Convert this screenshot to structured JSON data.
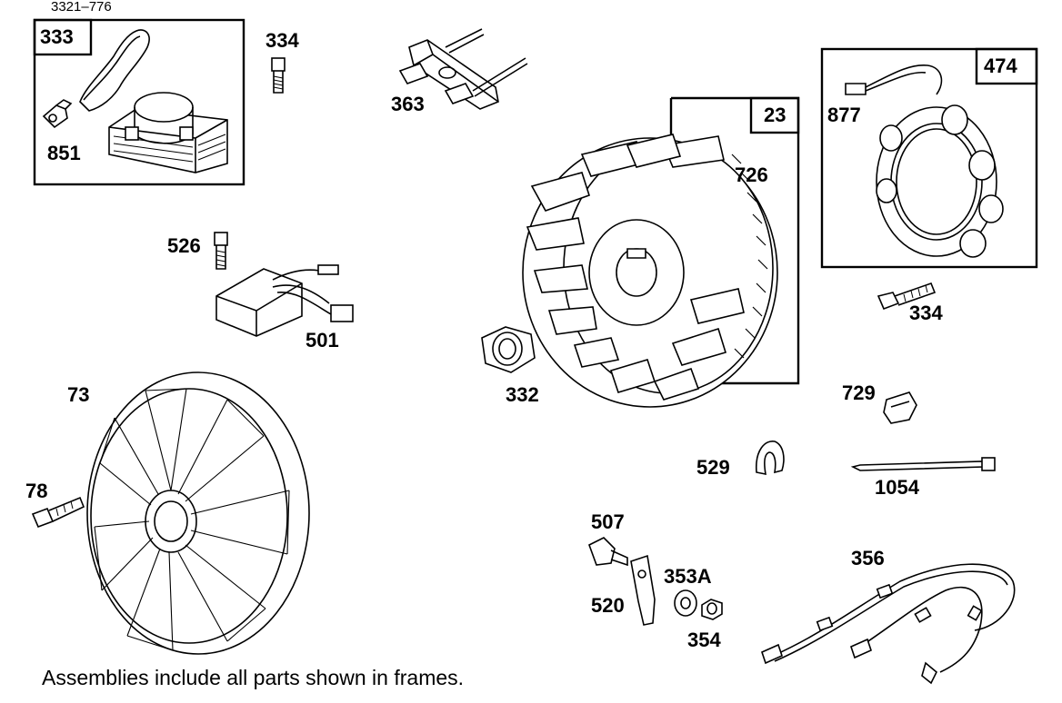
{
  "diagram_code": "3321–776",
  "footnote": "Assemblies include all parts shown in frames.",
  "frames": {
    "f333": "333",
    "f23": "23",
    "f474": "474"
  },
  "labels": {
    "p334a": "334",
    "p363": "363",
    "p851": "851",
    "p726": "726",
    "p877": "877",
    "p526": "526",
    "p501": "501",
    "p334b": "334",
    "p73": "73",
    "p332": "332",
    "p729": "729",
    "p529": "529",
    "p1054": "1054",
    "p78": "78",
    "p507": "507",
    "p356": "356",
    "p353a": "353A",
    "p520": "520",
    "p354": "354"
  }
}
